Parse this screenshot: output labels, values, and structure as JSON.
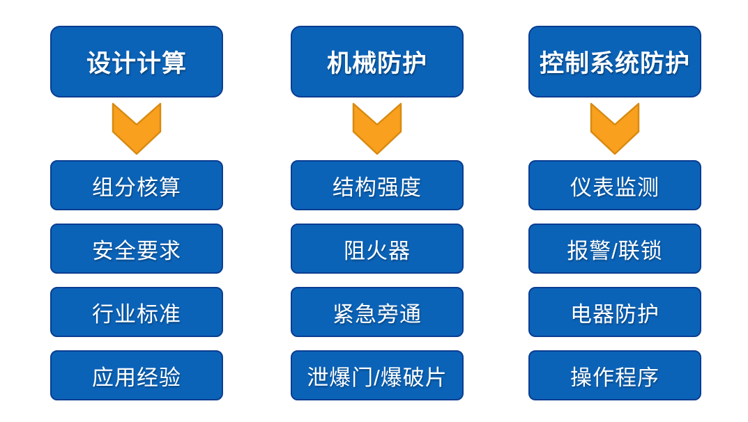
{
  "diagram": {
    "title": "explosion-protection-measures-flow",
    "columns": [
      {
        "header": "设计计算",
        "items": [
          "组分核算",
          "安全要求",
          "行业标准",
          "应用经验"
        ]
      },
      {
        "header": "机械防护",
        "items": [
          "结构强度",
          "阻火器",
          "紧急旁通",
          "泄爆门/爆破片"
        ]
      },
      {
        "header": "控制系统防护",
        "items": [
          "仪表监测",
          "报警/联锁",
          "电器防护",
          "操作程序"
        ]
      }
    ],
    "icons": {
      "arrow": "chevron-down-arrow"
    },
    "colors": {
      "box_fill": "#0B63B8",
      "box_border": "#0A3D91",
      "arrow_fill": "#F9A01E",
      "arrow_border": "#D88A10",
      "text": "#FFFFFF",
      "background": "#FFFFFF"
    }
  }
}
